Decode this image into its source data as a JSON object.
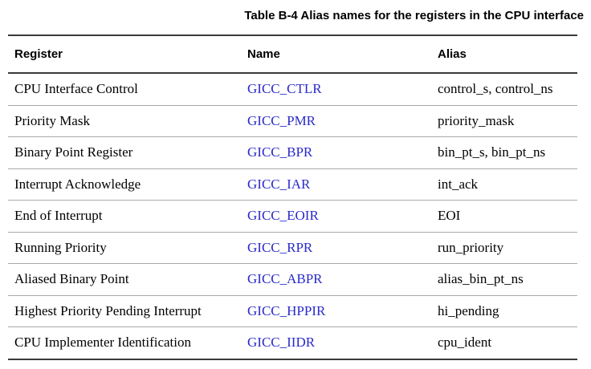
{
  "title": "Table B-4 Alias names for the registers in the CPU interface",
  "table": {
    "columns": [
      "Register",
      "Name",
      "Alias"
    ],
    "rows": [
      {
        "register": "CPU Interface Control",
        "name": "GICC_CTLR",
        "alias": "control_s, control_ns"
      },
      {
        "register": "Priority Mask",
        "name": "GICC_PMR",
        "alias": "priority_mask"
      },
      {
        "register": "Binary Point Register",
        "name": "GICC_BPR",
        "alias": "bin_pt_s, bin_pt_ns"
      },
      {
        "register": "Interrupt Acknowledge",
        "name": "GICC_IAR",
        "alias": "int_ack"
      },
      {
        "register": "End of Interrupt",
        "name": "GICC_EOIR",
        "alias": "EOI"
      },
      {
        "register": "Running Priority",
        "name": "GICC_RPR",
        "alias": "run_priority"
      },
      {
        "register": "Aliased Binary Point",
        "name": "GICC_ABPR",
        "alias": "alias_bin_pt_ns"
      },
      {
        "register": "Highest Priority Pending Interrupt",
        "name": "GICC_HPPIR",
        "alias": "hi_pending"
      },
      {
        "register": "CPU Implementer Identification",
        "name": "GICC_IIDR",
        "alias": "cpu_ident"
      }
    ]
  },
  "colors": {
    "link_text": "#2a2ac9",
    "rule_dark": "#3a3a3a",
    "rule_light": "#a9a9a9",
    "body_text": "#000000"
  }
}
